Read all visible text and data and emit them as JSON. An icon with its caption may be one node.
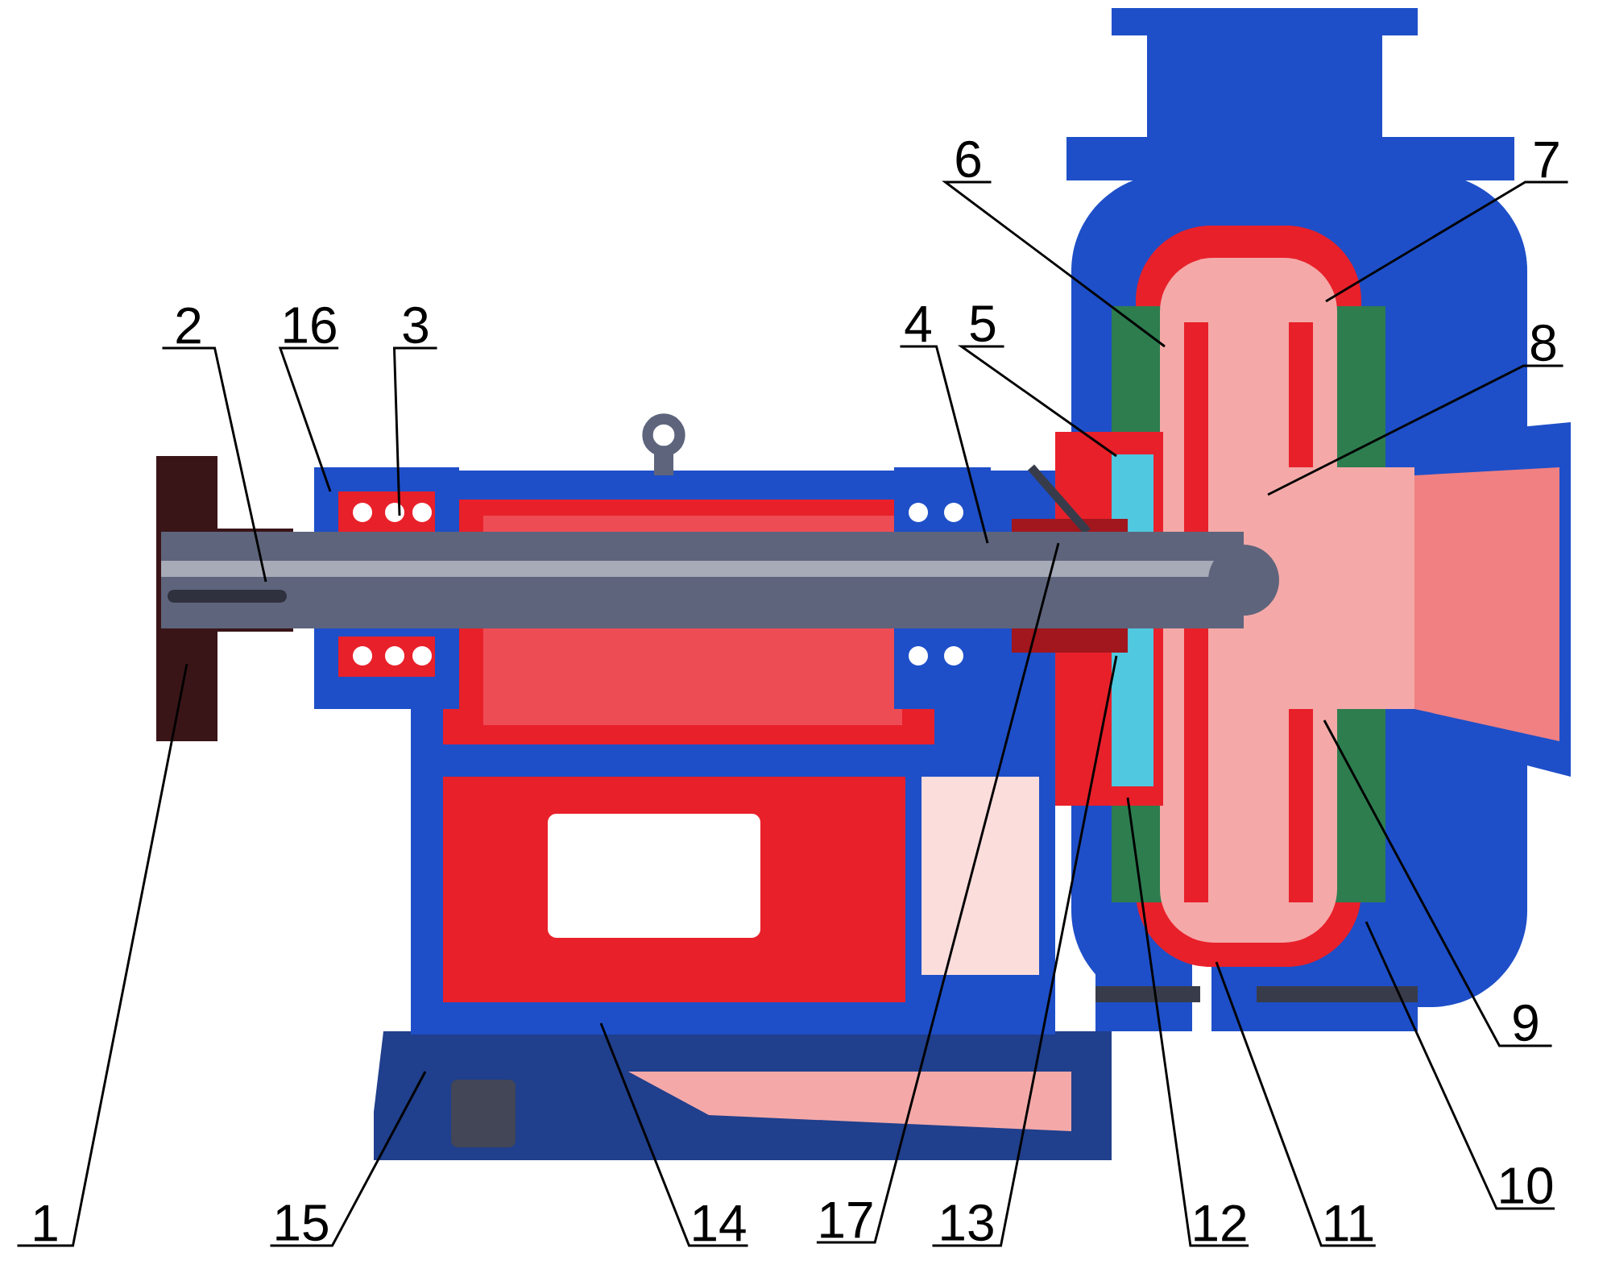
{
  "diagram": {
    "nodes": [
      {
        "text": [
          "6"
        ]
      },
      {
        "text": [
          "7"
        ]
      },
      {
        "text": [
          "2"
        ]
      },
      {
        "text": [
          "16"
        ]
      },
      {
        "text": [
          "3"
        ]
      },
      {
        "text": [
          "4"
        ]
      },
      {
        "text": [
          "5"
        ]
      },
      {
        "text": [
          "8"
        ]
      },
      {
        "text": [
          "9"
        ]
      },
      {
        "text": [
          "10"
        ]
      },
      {
        "text": [
          "1"
        ]
      },
      {
        "text": [
          "15"
        ]
      },
      {
        "text": [
          "14"
        ]
      },
      {
        "text": [
          "17"
        ]
      },
      {
        "text": [
          "13"
        ]
      },
      {
        "text": [
          "12"
        ]
      },
      {
        "text": [
          "11"
        ]
      }
    ],
    "edges": [
      {
        "from": 0,
        "to": null,
        "arrow": "none"
      },
      {
        "from": 1,
        "to": null,
        "arrow": "none"
      },
      {
        "from": 2,
        "to": null,
        "arrow": "none"
      },
      {
        "from": 3,
        "to": null,
        "arrow": "none"
      },
      {
        "from": 4,
        "to": null,
        "arrow": "none"
      },
      {
        "from": 5,
        "to": null,
        "arrow": "none"
      },
      {
        "from": 6,
        "to": null,
        "arrow": "none"
      },
      {
        "from": 7,
        "to": null,
        "arrow": "none"
      },
      {
        "from": 8,
        "to": null,
        "arrow": "none"
      },
      {
        "from": 9,
        "to": null,
        "arrow": "none"
      },
      {
        "from": 10,
        "to": null,
        "arrow": "none"
      },
      {
        "from": 11,
        "to": null,
        "arrow": "none"
      },
      {
        "from": 12,
        "to": null,
        "arrow": "none"
      },
      {
        "from": 13,
        "to": null,
        "arrow": "none"
      },
      {
        "from": 14,
        "to": null,
        "arrow": "none"
      },
      {
        "from": 15,
        "to": null,
        "arrow": "none"
      },
      {
        "from": 16,
        "to": null,
        "arrow": "none"
      }
    ]
  }
}
